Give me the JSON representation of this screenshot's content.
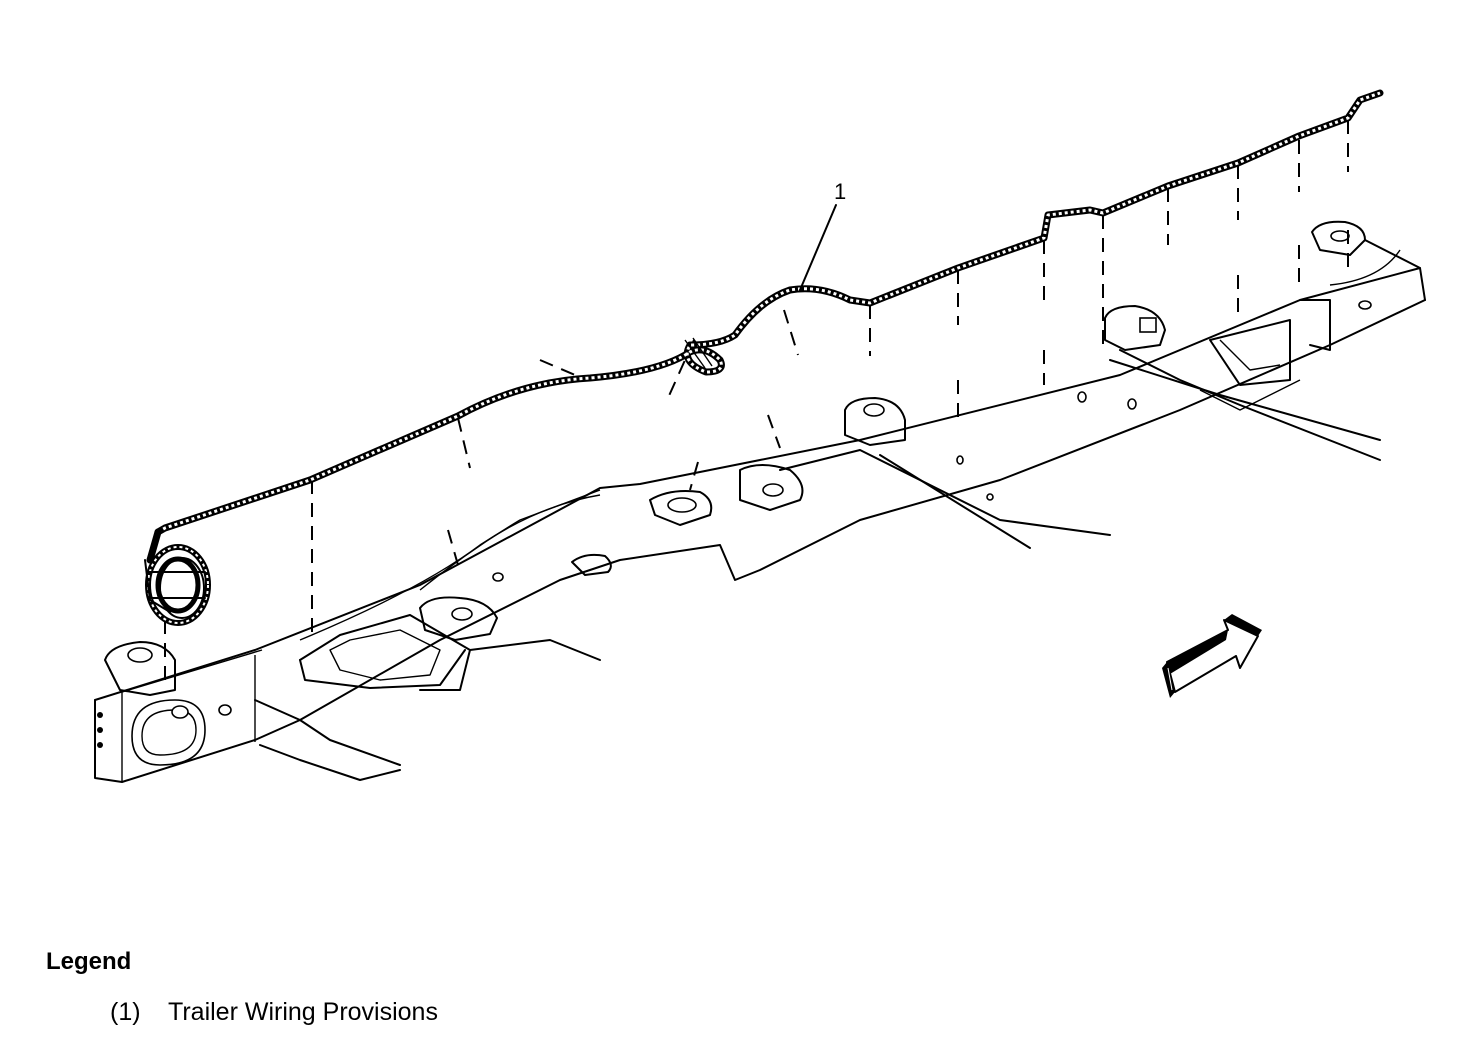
{
  "diagram": {
    "callouts": [
      {
        "number": "1"
      }
    ]
  },
  "legend": {
    "title": "Legend",
    "items": [
      {
        "number": "(1)",
        "label": "Trailer Wiring Provisions"
      }
    ]
  },
  "icons": {
    "direction_arrow": "front-direction-arrow-icon"
  }
}
